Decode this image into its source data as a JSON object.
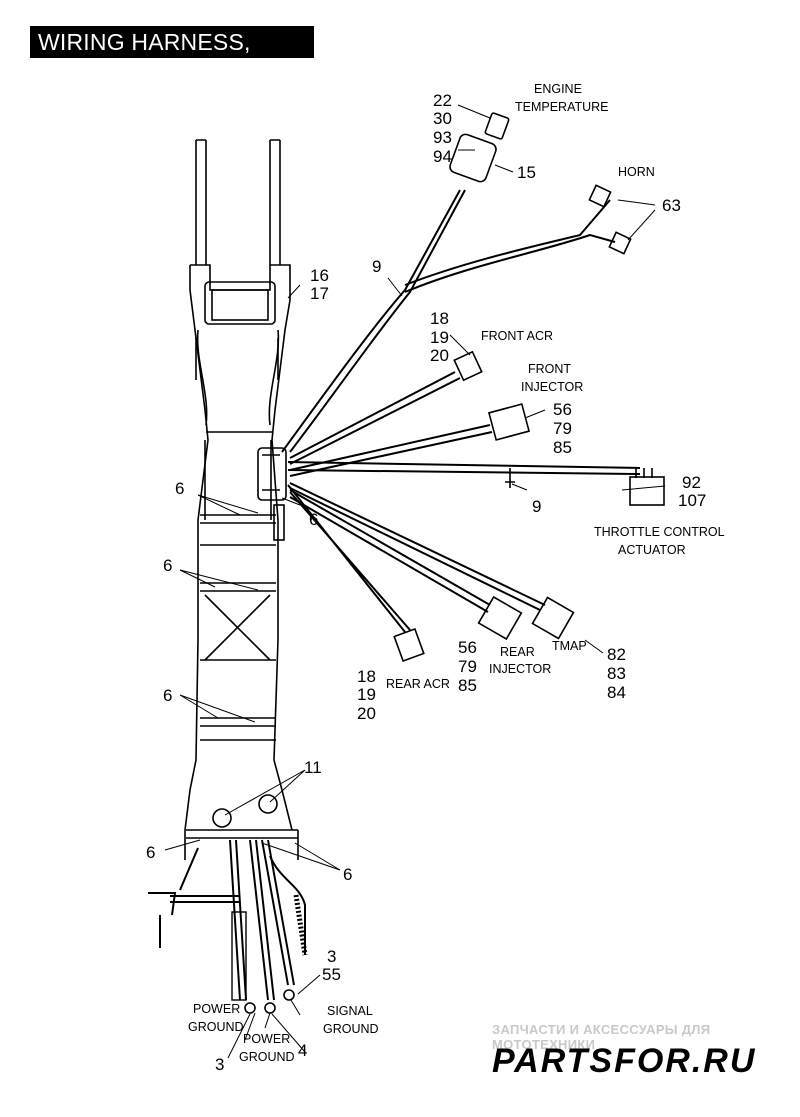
{
  "title": "WIRING HARNESS, MAIN",
  "callouts": {
    "c_22": "22",
    "c_30": "30",
    "c_93": "93",
    "c_94": "94",
    "c_15": "15",
    "c_63": "63",
    "c_9a": "9",
    "c_16": "16",
    "c_17": "17",
    "c_18a": "18",
    "c_19a": "19",
    "c_20a": "20",
    "c_56a": "56",
    "c_79a": "79",
    "c_85a": "85",
    "c_92": "92",
    "c_107": "107",
    "c_9b": "9",
    "c_6a": "6",
    "c_6b": "6",
    "c_6c": "6",
    "c_6d": "6",
    "c_6e": "6",
    "c_6f": "6",
    "c_18b": "18",
    "c_19b": "19",
    "c_20b": "20",
    "c_56b": "56",
    "c_79b": "79",
    "c_85b": "85",
    "c_82": "82",
    "c_83": "83",
    "c_84": "84",
    "c_11": "11",
    "c_3a": "3",
    "c_55": "55",
    "c_3b": "3",
    "c_4": "4"
  },
  "labels": {
    "engine": "ENGINE",
    "temperature": "TEMPERATURE",
    "horn": "HORN",
    "front_acr": "FRONT ACR",
    "front": "FRONT",
    "injector_front": "INJECTOR",
    "throttle_1": "THROTTLE CONTROL",
    "throttle_2": "ACTUATOR",
    "rear_acr": "REAR ACR",
    "rear": "REAR",
    "injector_rear": "INJECTOR",
    "tmap": "TMAP",
    "power_1": "POWER",
    "ground_1": "GROUND",
    "power_2": "POWER",
    "ground_2": "GROUND",
    "signal": "SIGNAL",
    "ground_3": "GROUND"
  },
  "footer": {
    "tagline": "ЗАПЧАСТИ И АКСЕССУАРЫ ДЛЯ МОТОТЕХНИКИ",
    "logo_text": "PARTSFOR.RU",
    "logo_color": "#e0706b"
  }
}
